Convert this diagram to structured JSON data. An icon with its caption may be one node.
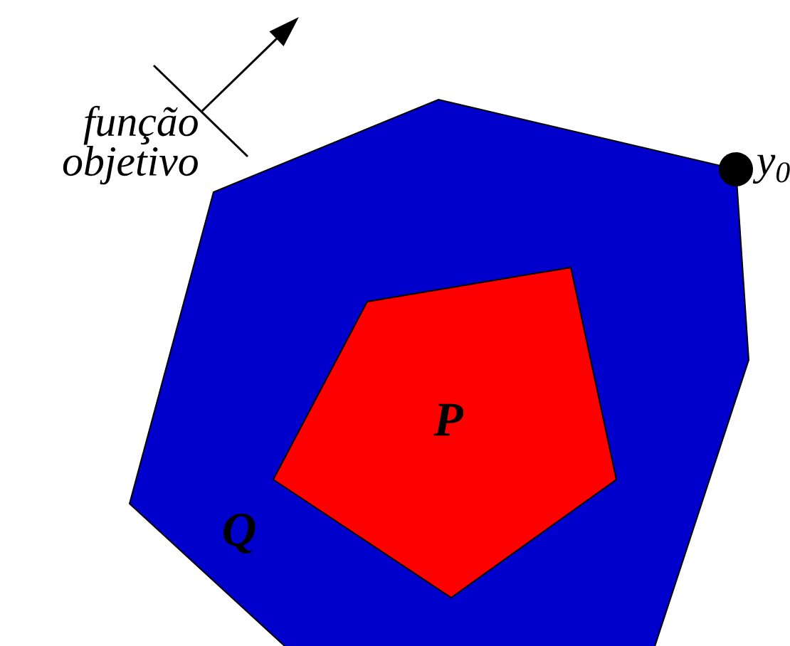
{
  "diagram": {
    "nodes": [
      {
        "text": [
          "Q"
        ]
      },
      {
        "text": [
          "P"
        ],
        "in": 0
      },
      {
        "text": [],
        "shape": "circle",
        "beside": [
          "y$_{0}$"
        ]
      }
    ],
    "labels": [
      "função objetivo"
    ]
  }
}
